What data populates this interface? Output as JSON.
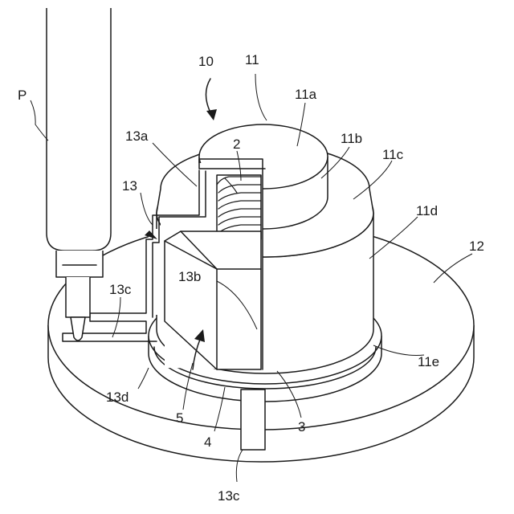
{
  "figure": {
    "labels": {
      "p": "P",
      "n10": "10",
      "n11": "11",
      "n11a": "11a",
      "n11b": "11b",
      "n11c": "11c",
      "n11d": "11d",
      "n11e": "11e",
      "n12": "12",
      "n13": "13",
      "n13a": "13a",
      "n13b": "13b",
      "n13c_left": "13c",
      "n13c_bottom": "13c",
      "n13d": "13d",
      "n2": "2",
      "n3": "3",
      "n4": "4",
      "n5": "5"
    }
  }
}
